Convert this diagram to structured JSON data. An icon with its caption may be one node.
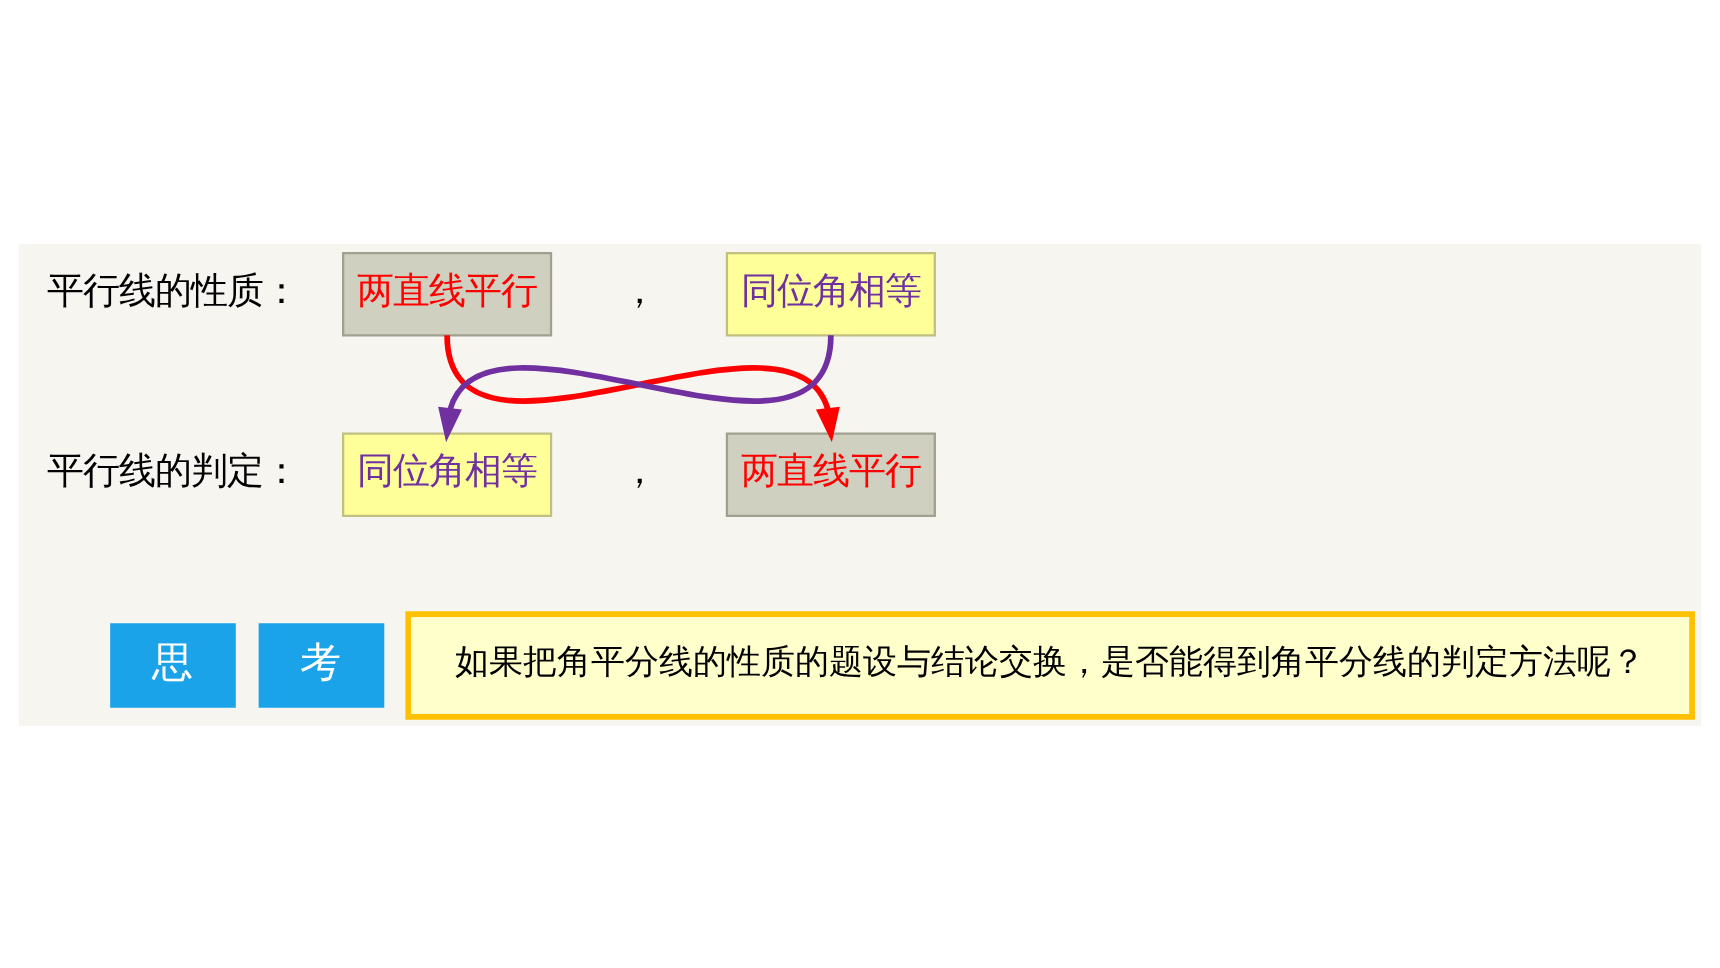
{
  "diagram": {
    "nodes": [
      {
        "text": [
          "两直线平行"
        ]
      },
      {
        "text": [
          "同位角相等"
        ]
      },
      {
        "text": [
          "同位角相等"
        ]
      },
      {
        "text": [
          "两直线平行"
        ]
      },
      {
        "text": [
          "思"
        ]
      },
      {
        "text": [
          "考"
        ]
      },
      {
        "text": [
          "如果把角平分线的性质的题设与结论交换，是否能得到角平分线的判定方法呢？"
        ]
      }
    ],
    "edges": [
      {
        "from": 0,
        "to": 3,
        "arrow": "to",
        "color": "#ff0000"
      },
      {
        "from": 1,
        "to": 2,
        "arrow": "to",
        "color": "#7030a0"
      }
    ],
    "labels": [
      "平行线的性质：",
      "，",
      "平行线的判定：",
      "，"
    ]
  }
}
